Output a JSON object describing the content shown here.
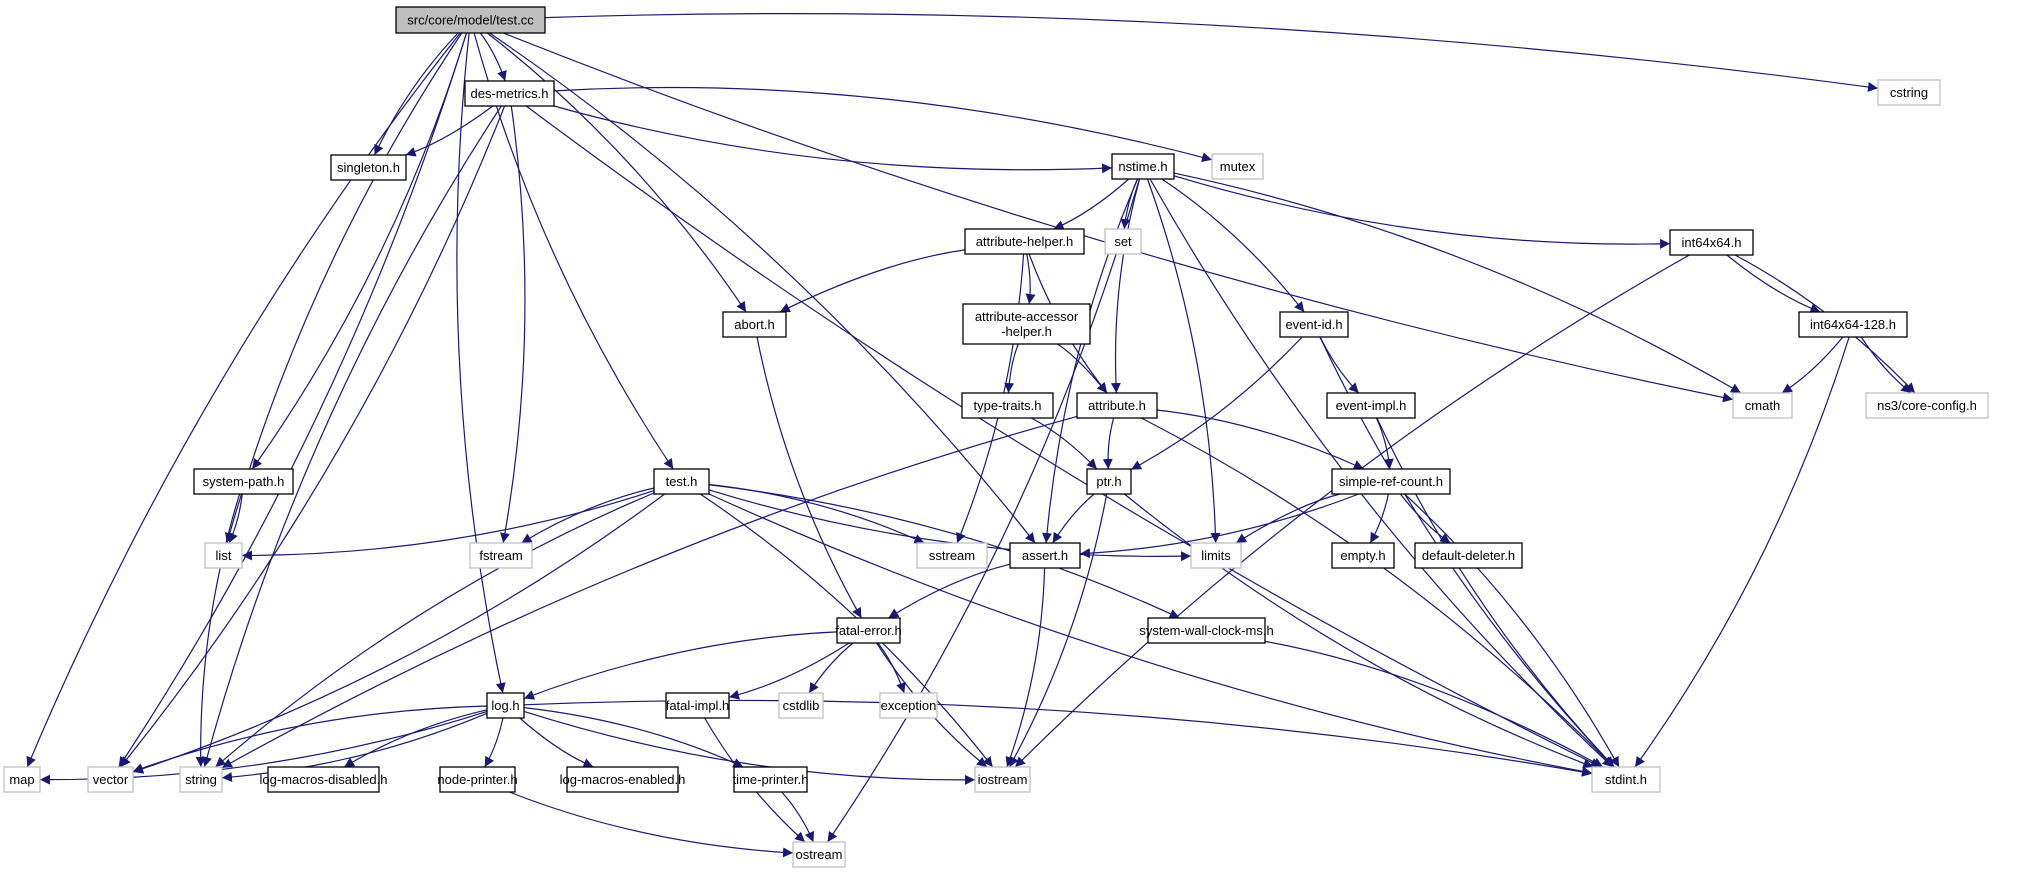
{
  "title": "src/core/model/test.cc include dependency graph",
  "colors": {
    "edge": "#191970",
    "root_fill": "#bfbfbf",
    "root_stroke": "#000000",
    "doc_fill": "#ffffff",
    "doc_stroke": "#000000",
    "ext_fill": "#ffffff",
    "ext_stroke": "#bfbfbf"
  },
  "nodes": [
    {
      "id": "test_cc",
      "label": "src/core/model/test.cc",
      "kind": "root"
    },
    {
      "id": "des_metrics",
      "label": "des-metrics.h",
      "kind": "doc"
    },
    {
      "id": "singleton",
      "label": "singleton.h",
      "kind": "doc"
    },
    {
      "id": "cstring",
      "label": "cstring",
      "kind": "ext"
    },
    {
      "id": "mutex",
      "label": "mutex",
      "kind": "ext"
    },
    {
      "id": "nstime",
      "label": "nstime.h",
      "kind": "doc"
    },
    {
      "id": "set",
      "label": "set",
      "kind": "ext"
    },
    {
      "id": "attribute_helper",
      "label": "attribute-helper.h",
      "kind": "doc"
    },
    {
      "id": "int64x64",
      "label": "int64x64.h",
      "kind": "doc"
    },
    {
      "id": "abort",
      "label": "abort.h",
      "kind": "doc"
    },
    {
      "id": "attribute_accessor_helper",
      "label": "attribute-accessor\n-helper.h",
      "kind": "doc"
    },
    {
      "id": "event_id",
      "label": "event-id.h",
      "kind": "doc"
    },
    {
      "id": "int64x64_128",
      "label": "int64x64-128.h",
      "kind": "doc"
    },
    {
      "id": "cmath",
      "label": "cmath",
      "kind": "ext"
    },
    {
      "id": "core_config",
      "label": "ns3/core-config.h",
      "kind": "ext"
    },
    {
      "id": "type_traits",
      "label": "type-traits.h",
      "kind": "doc"
    },
    {
      "id": "attribute",
      "label": "attribute.h",
      "kind": "doc"
    },
    {
      "id": "event_impl",
      "label": "event-impl.h",
      "kind": "doc"
    },
    {
      "id": "system_path",
      "label": "system-path.h",
      "kind": "doc"
    },
    {
      "id": "test_h",
      "label": "test.h",
      "kind": "doc"
    },
    {
      "id": "ptr",
      "label": "ptr.h",
      "kind": "doc"
    },
    {
      "id": "simple_ref_count",
      "label": "simple-ref-count.h",
      "kind": "doc"
    },
    {
      "id": "list",
      "label": "list",
      "kind": "ext"
    },
    {
      "id": "fstream",
      "label": "fstream",
      "kind": "ext"
    },
    {
      "id": "sstream",
      "label": "sstream",
      "kind": "ext"
    },
    {
      "id": "assert",
      "label": "assert.h",
      "kind": "doc"
    },
    {
      "id": "limits",
      "label": "limits",
      "kind": "ext"
    },
    {
      "id": "empty",
      "label": "empty.h",
      "kind": "doc"
    },
    {
      "id": "default_deleter",
      "label": "default-deleter.h",
      "kind": "doc"
    },
    {
      "id": "fatal_error",
      "label": "fatal-error.h",
      "kind": "doc"
    },
    {
      "id": "system_wall_clock_ms",
      "label": "system-wall-clock-ms.h",
      "kind": "doc"
    },
    {
      "id": "log",
      "label": "log.h",
      "kind": "doc"
    },
    {
      "id": "fatal_impl",
      "label": "fatal-impl.h",
      "kind": "doc"
    },
    {
      "id": "cstdlib",
      "label": "cstdlib",
      "kind": "ext"
    },
    {
      "id": "exception",
      "label": "exception",
      "kind": "ext"
    },
    {
      "id": "map",
      "label": "map",
      "kind": "ext"
    },
    {
      "id": "vector",
      "label": "vector",
      "kind": "ext"
    },
    {
      "id": "string",
      "label": "string",
      "kind": "ext"
    },
    {
      "id": "log_macros_disabled",
      "label": "log-macros-disabled.h",
      "kind": "doc"
    },
    {
      "id": "node_printer",
      "label": "node-printer.h",
      "kind": "doc"
    },
    {
      "id": "log_macros_enabled",
      "label": "log-macros-enabled.h",
      "kind": "doc"
    },
    {
      "id": "time_printer",
      "label": "time-printer.h",
      "kind": "doc"
    },
    {
      "id": "iostream",
      "label": "iostream",
      "kind": "ext"
    },
    {
      "id": "stdint",
      "label": "stdint.h",
      "kind": "ext"
    },
    {
      "id": "ostream",
      "label": "ostream",
      "kind": "ext"
    }
  ],
  "edges": [
    [
      "test_cc",
      "des_metrics"
    ],
    [
      "test_cc",
      "singleton"
    ],
    [
      "test_cc",
      "cstring"
    ],
    [
      "test_cc",
      "map"
    ],
    [
      "test_cc",
      "vector"
    ],
    [
      "test_cc",
      "list"
    ],
    [
      "test_cc",
      "system_path"
    ],
    [
      "test_cc",
      "log"
    ],
    [
      "test_cc",
      "abort"
    ],
    [
      "test_cc",
      "test_h"
    ],
    [
      "test_cc",
      "assert"
    ],
    [
      "test_cc",
      "cmath"
    ],
    [
      "des_metrics",
      "singleton"
    ],
    [
      "des_metrics",
      "nstime"
    ],
    [
      "des_metrics",
      "mutex"
    ],
    [
      "des_metrics",
      "stdint"
    ],
    [
      "des_metrics",
      "vector"
    ],
    [
      "des_metrics",
      "string"
    ],
    [
      "des_metrics",
      "fstream"
    ],
    [
      "nstime",
      "set"
    ],
    [
      "nstime",
      "attribute_helper"
    ],
    [
      "nstime",
      "int64x64"
    ],
    [
      "nstime",
      "event_id"
    ],
    [
      "nstime",
      "attribute"
    ],
    [
      "nstime",
      "limits"
    ],
    [
      "nstime",
      "assert"
    ],
    [
      "nstime",
      "cmath"
    ],
    [
      "nstime",
      "stdint"
    ],
    [
      "nstime",
      "ostream"
    ],
    [
      "attribute_helper",
      "abort"
    ],
    [
      "attribute_helper",
      "attribute_accessor_helper"
    ],
    [
      "attribute_helper",
      "attribute"
    ],
    [
      "attribute_helper",
      "sstream"
    ],
    [
      "attribute_accessor_helper",
      "type_traits"
    ],
    [
      "attribute_accessor_helper",
      "attribute"
    ],
    [
      "int64x64",
      "int64x64_128"
    ],
    [
      "int64x64",
      "core_config"
    ],
    [
      "int64x64",
      "iostream"
    ],
    [
      "int64x64_128",
      "cmath"
    ],
    [
      "int64x64_128",
      "core_config"
    ],
    [
      "int64x64_128",
      "stdint"
    ],
    [
      "event_id",
      "event_impl"
    ],
    [
      "event_id",
      "ptr"
    ],
    [
      "event_id",
      "stdint"
    ],
    [
      "event_impl",
      "simple_ref_count"
    ],
    [
      "event_impl",
      "stdint"
    ],
    [
      "type_traits",
      "ptr"
    ],
    [
      "attribute",
      "ptr"
    ],
    [
      "attribute",
      "simple_ref_count"
    ],
    [
      "attribute",
      "string"
    ],
    [
      "attribute",
      "stdint"
    ],
    [
      "abort",
      "fatal_error"
    ],
    [
      "system_path",
      "list"
    ],
    [
      "system_path",
      "string"
    ],
    [
      "test_h",
      "list"
    ],
    [
      "test_h",
      "fstream"
    ],
    [
      "test_h",
      "sstream"
    ],
    [
      "test_h",
      "limits"
    ],
    [
      "test_h",
      "vector"
    ],
    [
      "test_h",
      "string"
    ],
    [
      "test_h",
      "system_wall_clock_ms"
    ],
    [
      "test_h",
      "stdint"
    ],
    [
      "test_h",
      "iostream"
    ],
    [
      "ptr",
      "assert"
    ],
    [
      "ptr",
      "iostream"
    ],
    [
      "ptr",
      "stdint"
    ],
    [
      "simple_ref_count",
      "assert"
    ],
    [
      "simple_ref_count",
      "limits"
    ],
    [
      "simple_ref_count",
      "empty"
    ],
    [
      "simple_ref_count",
      "default_deleter"
    ],
    [
      "simple_ref_count",
      "stdint"
    ],
    [
      "assert",
      "fatal_error"
    ],
    [
      "assert",
      "iostream"
    ],
    [
      "fatal_error",
      "log"
    ],
    [
      "fatal_error",
      "fatal_impl"
    ],
    [
      "fatal_error",
      "cstdlib"
    ],
    [
      "fatal_error",
      "exception"
    ],
    [
      "fatal_error",
      "iostream"
    ],
    [
      "system_wall_clock_ms",
      "stdint"
    ],
    [
      "fatal_impl",
      "ostream"
    ],
    [
      "log",
      "map"
    ],
    [
      "log",
      "vector"
    ],
    [
      "log",
      "string"
    ],
    [
      "log",
      "log_macros_disabled"
    ],
    [
      "log",
      "node_printer"
    ],
    [
      "log",
      "log_macros_enabled"
    ],
    [
      "log",
      "time_printer"
    ],
    [
      "log",
      "iostream"
    ],
    [
      "log",
      "stdint"
    ],
    [
      "node_printer",
      "ostream"
    ],
    [
      "time_printer",
      "ostream"
    ]
  ]
}
